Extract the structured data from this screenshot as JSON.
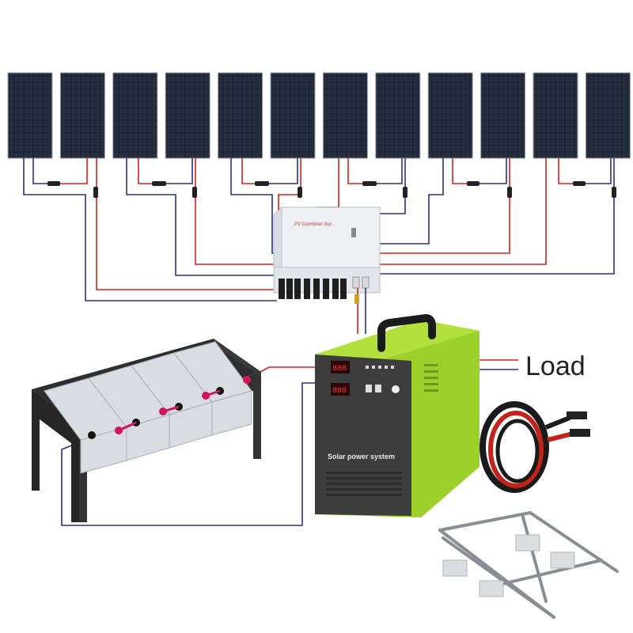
{
  "diagram": {
    "load_label": "Load",
    "combiner_box_label": "PV Combiner box",
    "unit_label": "Solar power system",
    "panel_count": 12,
    "colors": {
      "positive_wire": "#d62020",
      "negative_wire": "#2c2f8f",
      "panel": "#1c2230",
      "unit_body": "#9bd12a",
      "unit_front": "#3d3d3d"
    },
    "components": [
      "solar-panels",
      "pv-combiner-box",
      "solar-power-system-unit",
      "battery-bank",
      "cable-coil",
      "mounting-bracket"
    ]
  }
}
